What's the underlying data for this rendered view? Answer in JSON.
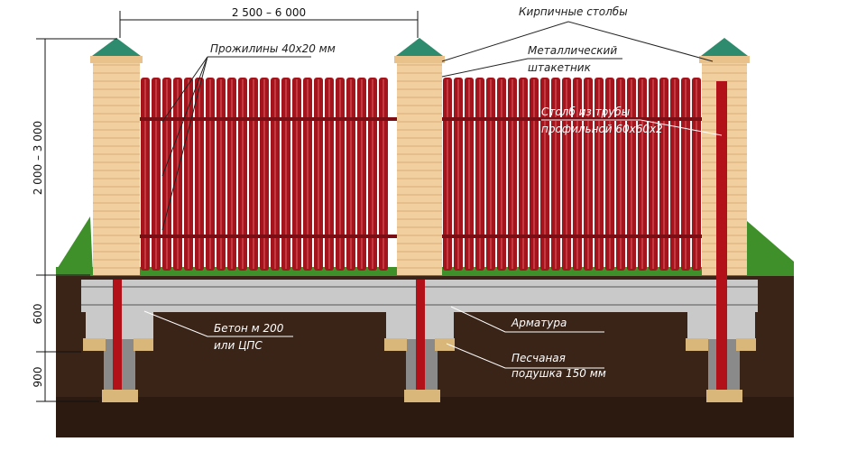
{
  "dimensions": {
    "span": "2 500 – 6 000",
    "height": "2 000 – 3 000",
    "depth_upper": "600",
    "depth_lower": "900"
  },
  "labels": {
    "brick_pillars": "Кирпичные столбы",
    "rails": "Прожилины 40х20 мм",
    "picket_line1": "Металлический",
    "picket_line2": "штакетник",
    "post_line1": "Столб из трубы",
    "post_line2": "профильной 60х60х2",
    "concrete_line1": "Бетон м 200",
    "concrete_line2": "или ЦПС",
    "rebar": "Арматура",
    "sand_line1": "Песчаная",
    "sand_line2": "подушка 150 мм"
  },
  "colors": {
    "picket": "#a3141c",
    "brick": "#f1cf9e",
    "cap": "#2e8b6e",
    "soil": "#3a2418",
    "concrete": "#c9c9c9",
    "sand": "#d9b77a",
    "grass": "#3f8f2a"
  }
}
